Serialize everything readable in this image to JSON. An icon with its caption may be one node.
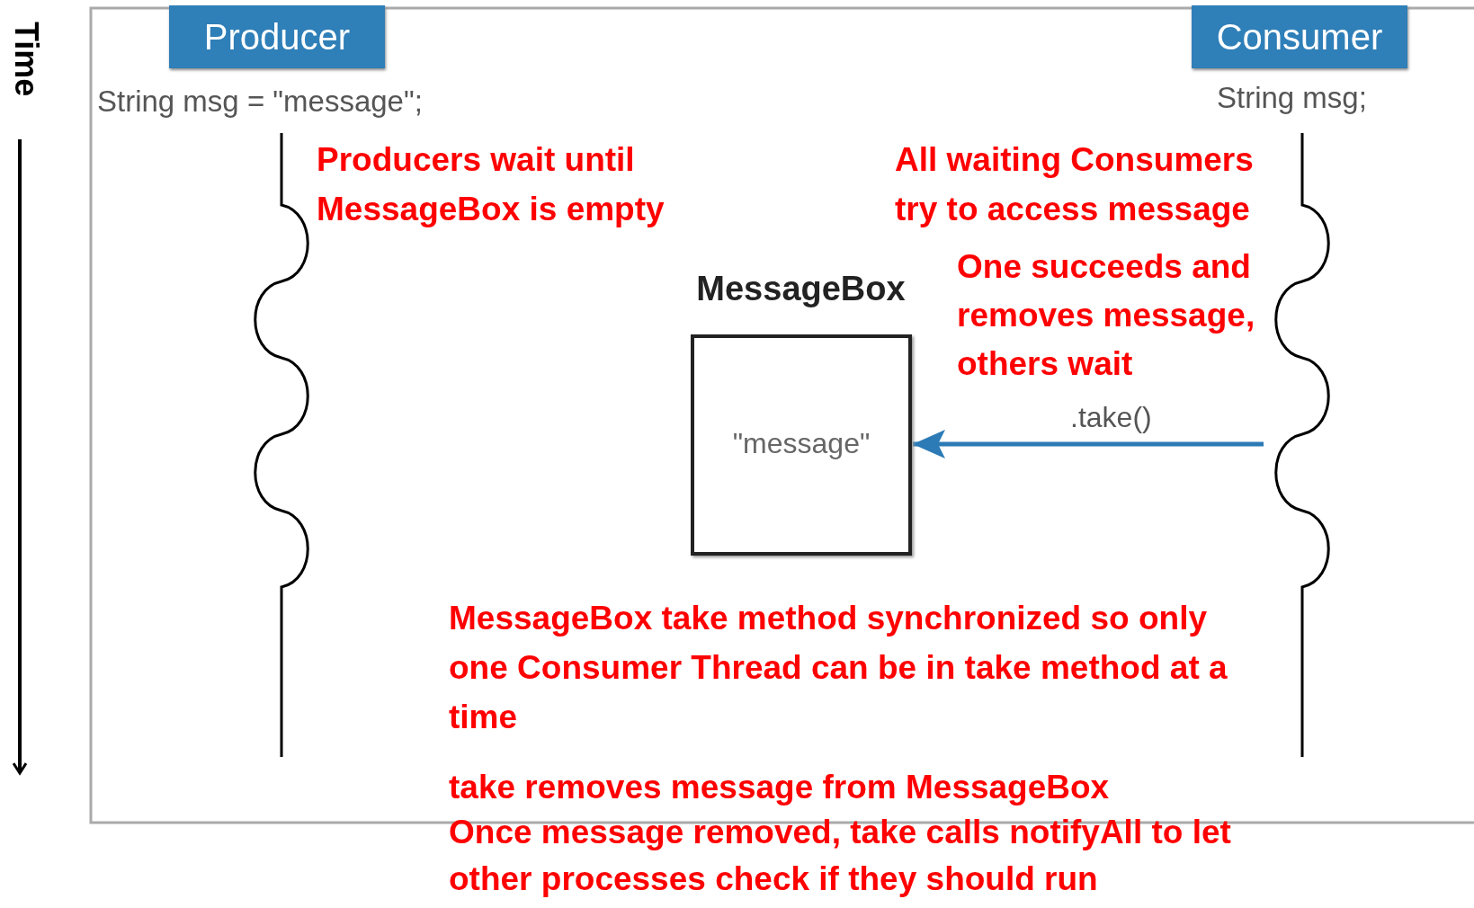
{
  "diagram": {
    "nodes": [
      {
        "text": [
          "Producer"
        ],
        "beside": [
          "String msg = \"message\";"
        ]
      },
      {
        "text": [
          "Consumer"
        ],
        "beside": [
          "String msg;"
        ]
      },
      {
        "text": [
          "MessageBox",
          "\"message\""
        ]
      }
    ],
    "edges": [
      {
        "from": null,
        "to": 2,
        "arrow": "to",
        "label": ".take()",
        "color": "#2c7bb6"
      }
    ],
    "labels": [
      "Time",
      "Producers wait until MessageBox is empty",
      "All waiting Consumers try to access message",
      "One succeeds and removes message, others wait",
      "MessageBox take method synchronized so only one Consumer Thread can be in take method at a time",
      "take removes message from MessageBox",
      "Once message removed, take calls notifyAll to let other processes check if they should run"
    ]
  }
}
